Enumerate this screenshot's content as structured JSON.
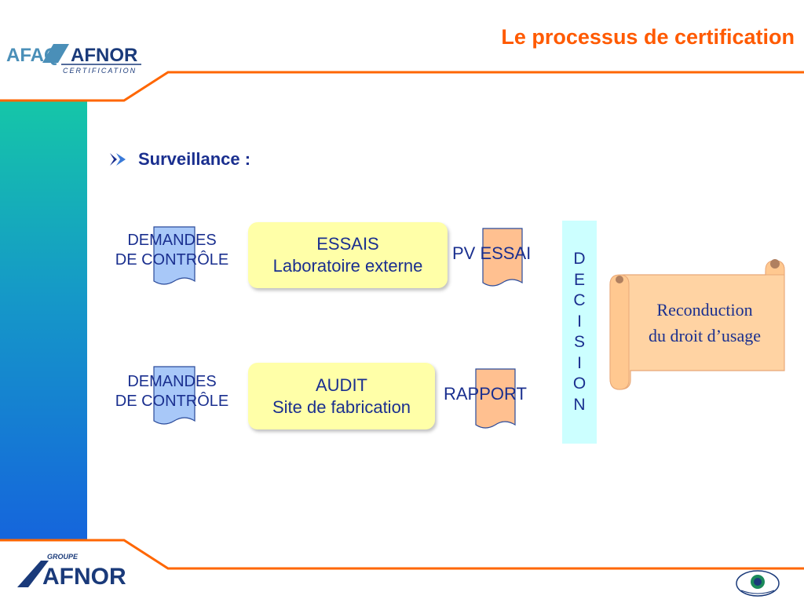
{
  "header": {
    "title": "Le processus de certification",
    "logo_top": {
      "name": "AFAQ AFNOR",
      "sub": "CERTIFICATION"
    },
    "accent_color": "#ff6600"
  },
  "bullet": {
    "icon": "arrow-bullet-icon",
    "text": "Surveillance :"
  },
  "rows": [
    {
      "request_label_line1": "DEMANDES",
      "request_label_line2": "DE CONTRÔLE",
      "process_line1": "ESSAIS",
      "process_line2": "Laboratoire externe",
      "output": "PV ESSAI"
    },
    {
      "request_label_line1": "DEMANDES",
      "request_label_line2": "DE CONTRÔLE",
      "process_line1": "AUDIT",
      "process_line2": "Site de fabrication",
      "output": "RAPPORT"
    }
  ],
  "decision_letters": [
    "D",
    "E",
    "C",
    "I",
    "S",
    "I",
    "O",
    "N"
  ],
  "result": {
    "line1": "Reconduction",
    "line2": "du droit d’usage"
  },
  "footer": {
    "logo_bottom": {
      "top": "GROUPE",
      "name": "AFNOR"
    },
    "badge_icon": "nf-environnement-icon"
  },
  "colors": {
    "text_blue": "#1a2f8f",
    "box_yellow": "#ffffa8",
    "doc_blue": "#a8c8f8",
    "doc_orange": "#ffc090",
    "decision_bg": "#ccffff",
    "scroll_fill": "#ffd3a3"
  }
}
